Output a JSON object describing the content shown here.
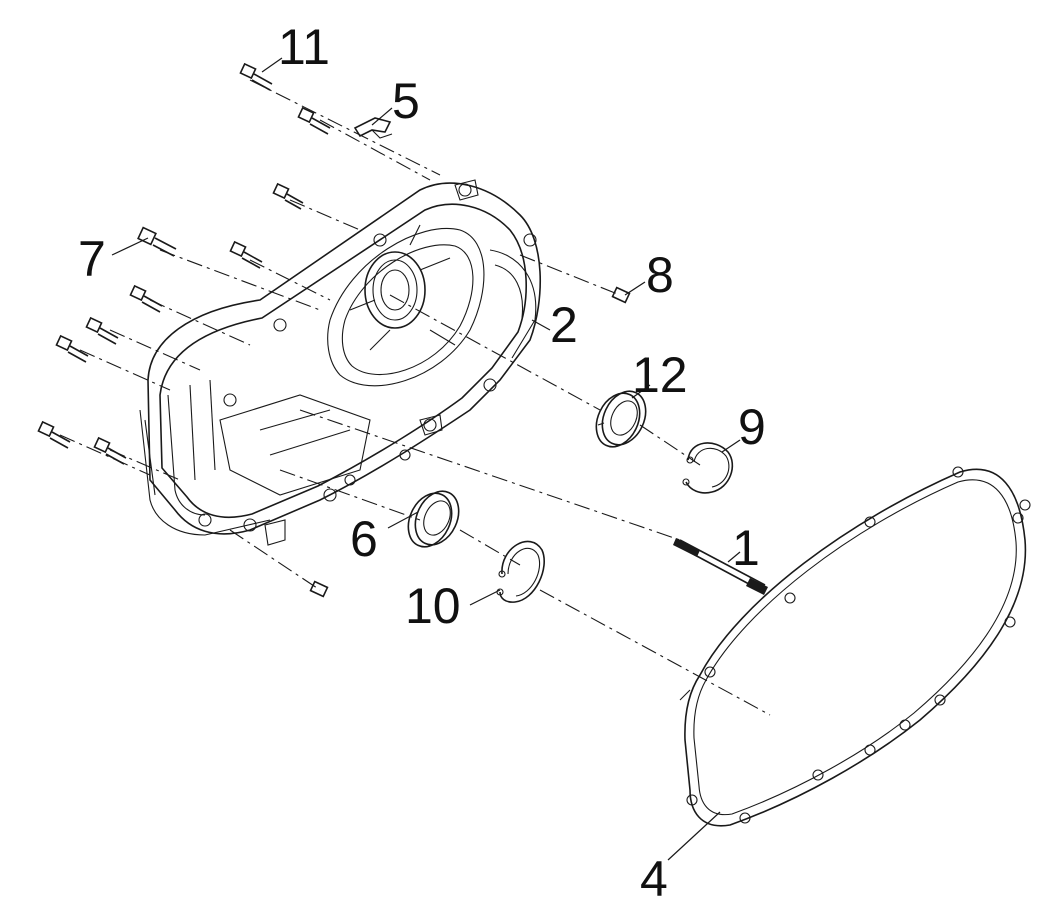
{
  "diagram": {
    "callouts": [
      {
        "id": "c11",
        "label": "11"
      },
      {
        "id": "c5",
        "label": "5"
      },
      {
        "id": "c7",
        "label": "7"
      },
      {
        "id": "c8",
        "label": "8"
      },
      {
        "id": "c2",
        "label": "2"
      },
      {
        "id": "c12",
        "label": "12"
      },
      {
        "id": "c9",
        "label": "9"
      },
      {
        "id": "c6",
        "label": "6"
      },
      {
        "id": "c1",
        "label": "1"
      },
      {
        "id": "c10",
        "label": "10"
      },
      {
        "id": "c4",
        "label": "4"
      }
    ],
    "parts": [
      "crankcase-cover",
      "kick-starter-shaft",
      "gasket",
      "oil-seal-large",
      "oil-seal-small",
      "circlip-large",
      "circlip-small",
      "dowel-pin",
      "clamp",
      "flange-bolts"
    ]
  }
}
